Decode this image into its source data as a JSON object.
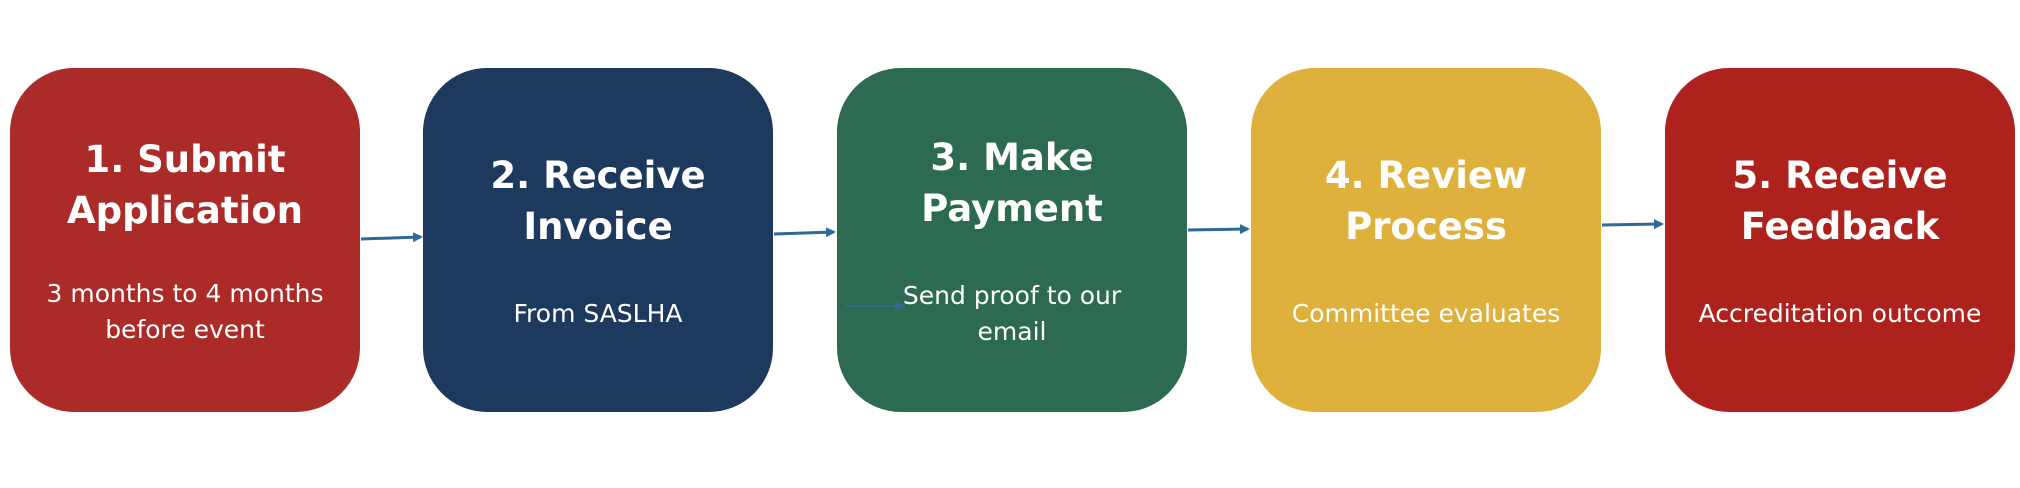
{
  "steps": [
    {
      "title": "1. Submit\nApplication",
      "description": "3 months to 4 months\nbefore event",
      "color": "#AA2B27"
    },
    {
      "title": "2. Receive\nInvoice",
      "description": "From SASLHA",
      "color": "#1D395E"
    },
    {
      "title": "3. Make\nPayment",
      "description": "Send proof to our\nemail",
      "color": "#2D6A52"
    },
    {
      "title": "4. Review\nProcess",
      "description": "Committee evaluates",
      "color": "#DEB03C"
    },
    {
      "title": "5. Receive\nFeedback",
      "description": "Accreditation outcome",
      "color": "#AE221D"
    }
  ],
  "connector_color": "#2E6A95"
}
